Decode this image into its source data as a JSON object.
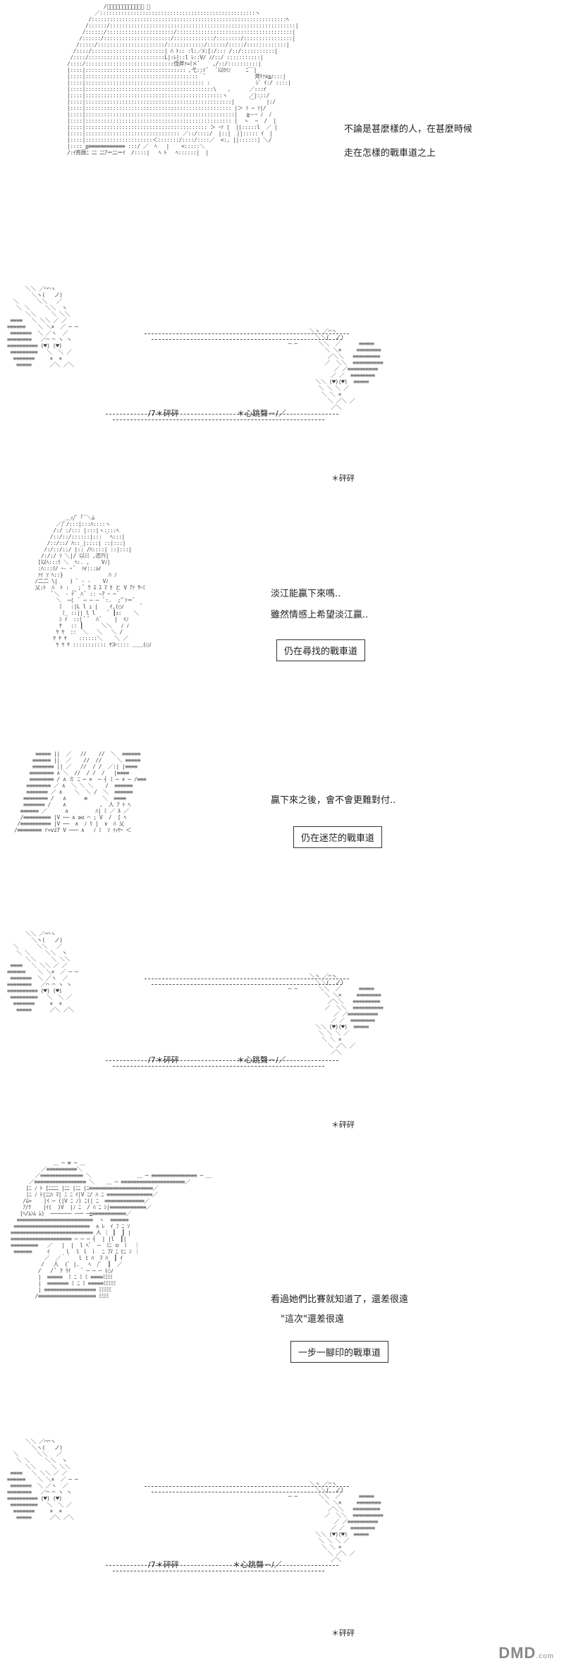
{
  "panel1": {
    "caption_line1": "不論是甚麼樣的人，在甚麼時候",
    "caption_line2": "走在怎樣的戰車道之上"
  },
  "heartbeat_sfx": {
    "crack_left": "/7＊砰砰",
    "heart_sound": "＊心跳聲－/／",
    "crack_bottom": "＊砰砰"
  },
  "panel3": {
    "line1": "淡江能贏下來嗎..",
    "line2": "雖然情感上希望淡江贏..",
    "box": "仍在尋找的戰車道"
  },
  "panel4": {
    "line1": "贏下來之後，會不會更難對付..",
    "box": "仍在迷茫的戰車道"
  },
  "panel6": {
    "line1": "看過她們比賽就知道了，還差很遠",
    "line2": "\"這次\"還差很遠",
    "box": "一步一腳印的戰車道"
  },
  "watermark": {
    "brand": "DMD",
    "suffix": ".com"
  }
}
